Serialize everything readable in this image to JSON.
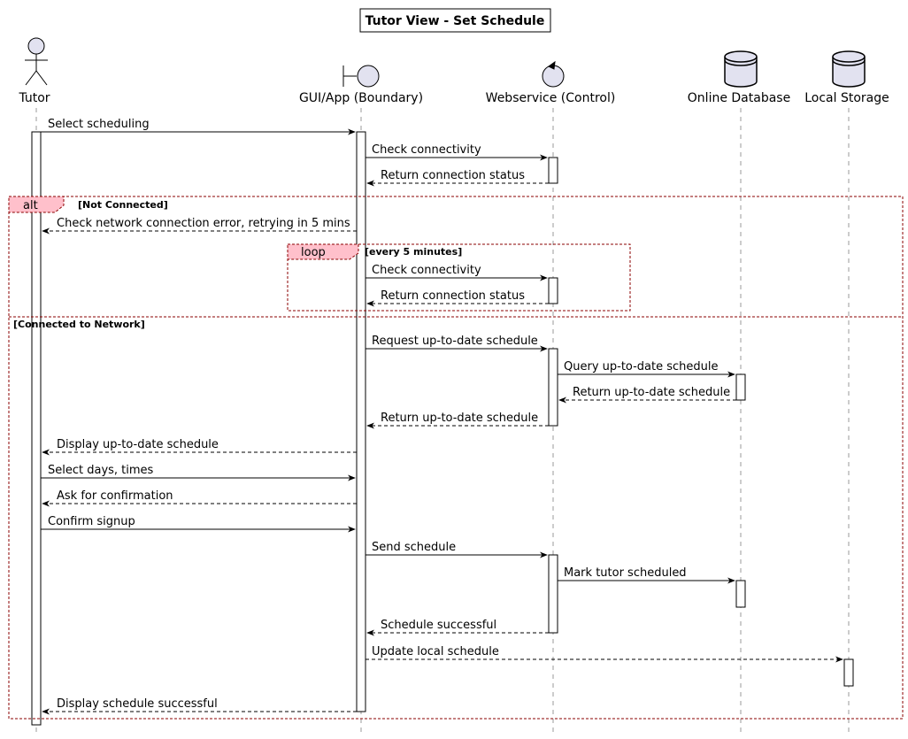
{
  "diagram": {
    "title": "Tutor View - Set Schedule",
    "participants": [
      {
        "id": "tutor",
        "name": "Tutor",
        "kind": "actor"
      },
      {
        "id": "gui",
        "name": "GUI/App (Boundary)",
        "kind": "boundary"
      },
      {
        "id": "ws",
        "name": "Webservice (Control)",
        "kind": "control"
      },
      {
        "id": "db",
        "name": "Online Database",
        "kind": "database"
      },
      {
        "id": "ls",
        "name": "Local Storage",
        "kind": "database"
      }
    ],
    "messages": [
      {
        "from": "tutor",
        "to": "gui",
        "text": "Select scheduling",
        "style": "sync"
      },
      {
        "from": "gui",
        "to": "ws",
        "text": "Check connectivity",
        "style": "sync"
      },
      {
        "from": "ws",
        "to": "gui",
        "text": "Return connection status",
        "style": "return"
      },
      {
        "from": "gui",
        "to": "tutor",
        "text": "Check network connection error, retrying in 5 mins",
        "style": "return"
      },
      {
        "from": "gui",
        "to": "ws",
        "text": "Check connectivity",
        "style": "sync"
      },
      {
        "from": "ws",
        "to": "gui",
        "text": "Return connection status",
        "style": "return"
      },
      {
        "from": "gui",
        "to": "ws",
        "text": "Request up-to-date schedule",
        "style": "sync"
      },
      {
        "from": "ws",
        "to": "db",
        "text": "Query up-to-date schedule",
        "style": "sync"
      },
      {
        "from": "db",
        "to": "ws",
        "text": "Return up-to-date schedule",
        "style": "return"
      },
      {
        "from": "ws",
        "to": "gui",
        "text": "Return up-to-date schedule",
        "style": "return"
      },
      {
        "from": "gui",
        "to": "tutor",
        "text": "Display up-to-date schedule",
        "style": "return"
      },
      {
        "from": "tutor",
        "to": "gui",
        "text": "Select days, times",
        "style": "sync"
      },
      {
        "from": "gui",
        "to": "tutor",
        "text": "Ask for confirmation",
        "style": "return"
      },
      {
        "from": "tutor",
        "to": "gui",
        "text": "Confirm signup",
        "style": "sync"
      },
      {
        "from": "gui",
        "to": "ws",
        "text": "Send schedule",
        "style": "sync"
      },
      {
        "from": "ws",
        "to": "db",
        "text": "Mark tutor scheduled",
        "style": "sync"
      },
      {
        "from": "ws",
        "to": "gui",
        "text": "Schedule successful",
        "style": "return"
      },
      {
        "from": "gui",
        "to": "ls",
        "text": "Update local schedule",
        "style": "async-dashed"
      },
      {
        "from": "gui",
        "to": "tutor",
        "text": "Display schedule successful",
        "style": "return"
      }
    ],
    "fragments": {
      "alt": {
        "tag": "alt",
        "condition1": "[Not Connected]",
        "condition2": "[Connected to Network]"
      },
      "loop": {
        "tag": "loop",
        "condition": "[every 5 minutes]"
      }
    },
    "colors": {
      "participant_fill": "#e2e2f0",
      "fragment_tag_fill": "#ffc0cb",
      "fragment_border": "#8b0000",
      "line": "#000000"
    }
  }
}
